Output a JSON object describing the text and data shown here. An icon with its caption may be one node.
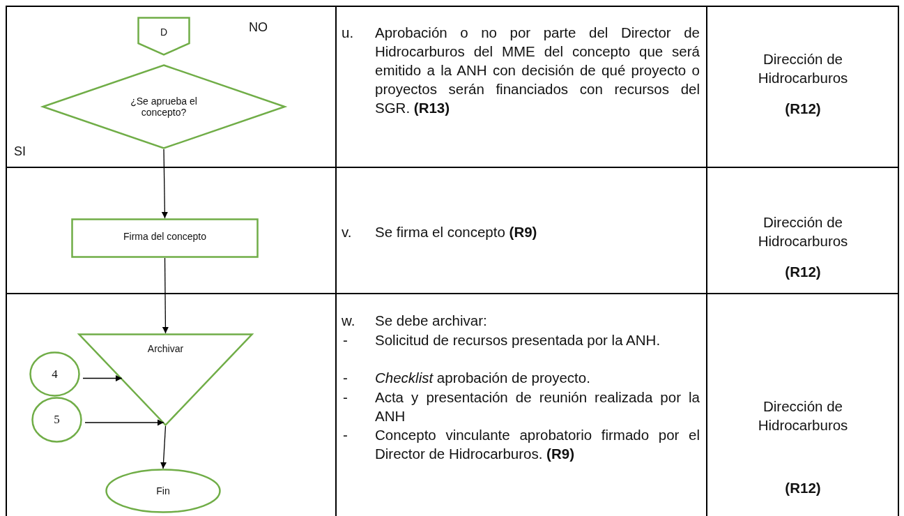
{
  "diagram": {
    "nodes": [
      {
        "text": [
          "D"
        ]
      },
      {
        "text": [
          "¿Se aprueba el concepto?"
        ]
      },
      {
        "text": [
          "Firma del concepto"
        ]
      },
      {
        "text": [
          "Archivar"
        ]
      },
      {
        "text": [
          "4"
        ]
      },
      {
        "text": [
          "5"
        ]
      },
      {
        "text": [
          "Fin"
        ]
      }
    ],
    "edges": [
      {
        "from": 1,
        "to": 2,
        "arrow": "to"
      },
      {
        "from": 2,
        "to": 3,
        "arrow": "to"
      },
      {
        "from": 4,
        "to": 3,
        "arrow": "to"
      },
      {
        "from": 5,
        "to": 3,
        "arrow": "to"
      },
      {
        "from": 3,
        "to": 6,
        "arrow": "to"
      }
    ],
    "labels": [
      "NO",
      "SI",
      "u.",
      "Aprobación o no por parte del Director de Hidrocarburos del MME del concepto que será emitido a la ANH con decisión de qué proyecto o proyectos serán financiados con recursos del SGR. **(R13)**",
      "Dirección de Hidrocarburos",
      "(R12)",
      "v.",
      "Se firma el concepto **(R9)**",
      "Dirección de Hidrocarburos",
      "(R12)",
      "w.",
      "Se debe archivar:",
      "-",
      "Solicitud de recursos presentada por la ANH.",
      "-",
      "*Checklist* aprobación de proyecto.",
      "-",
      "Acta y presentación de reunión realizada por la ANH",
      "-",
      "Concepto vinculante aprobatorio firmado por el Director de Hidrocarburos. **(R9)**",
      "Dirección de Hidrocarburos",
      "(R12)"
    ]
  }
}
